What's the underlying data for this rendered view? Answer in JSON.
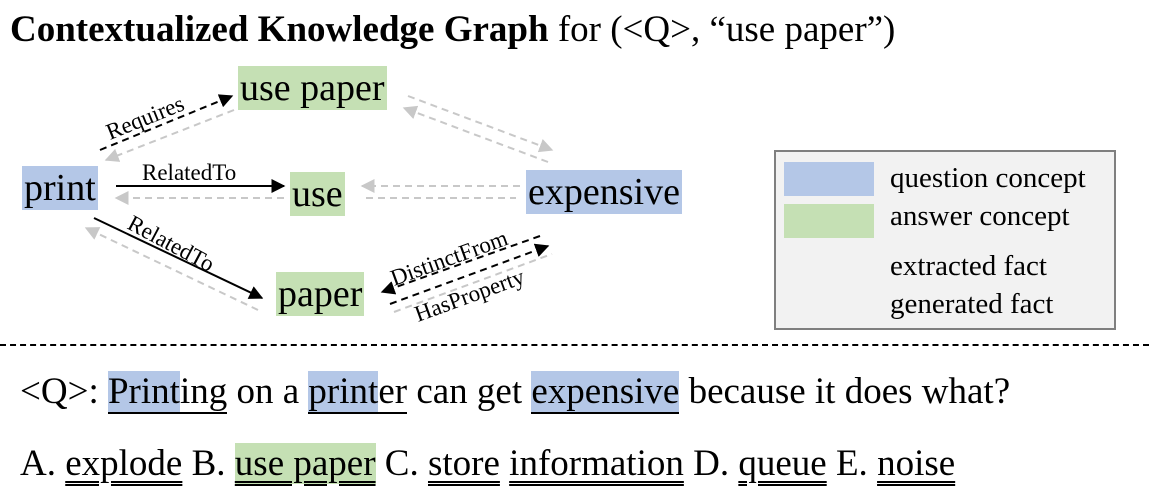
{
  "title": {
    "bold": "Contextualized Knowledge Graph",
    "rest": " for (<Q>, “use paper”)"
  },
  "nodes": {
    "use_paper": "use paper",
    "print": "print",
    "use": "use",
    "expensive": "expensive",
    "paper": "paper"
  },
  "edges": {
    "requires": "Requires",
    "related_to_use": "RelatedTo",
    "related_to_paper": "RelatedTo",
    "distinct_from": "DistinctFrom",
    "has_property": "HasProperty"
  },
  "legend": {
    "question_concept": "question concept",
    "answer_concept": "answer concept",
    "extracted_fact": "extracted fact",
    "generated_fact": "generated fact"
  },
  "question": {
    "prefix": "<Q>: ",
    "w1_hl": "Print",
    "w1_rest": "ing",
    "t1": " on a ",
    "w2_hl": "print",
    "w2_rest": "er",
    "t2": " can get ",
    "w3_hl": "expensive",
    "t3": " because it does what?"
  },
  "choices": {
    "a_label": "A. ",
    "a": "explode",
    "b_label": " B. ",
    "b": "use paper",
    "c_label": " C. ",
    "c1": "store",
    "c2": "information",
    "d_label": " D. ",
    "d": "queue",
    "e_label": " E. ",
    "e": "noise"
  },
  "colors": {
    "question_concept": "#b4c7e7",
    "answer_concept": "#c5e0b4",
    "generated_arrow": "#c8c8c8"
  }
}
